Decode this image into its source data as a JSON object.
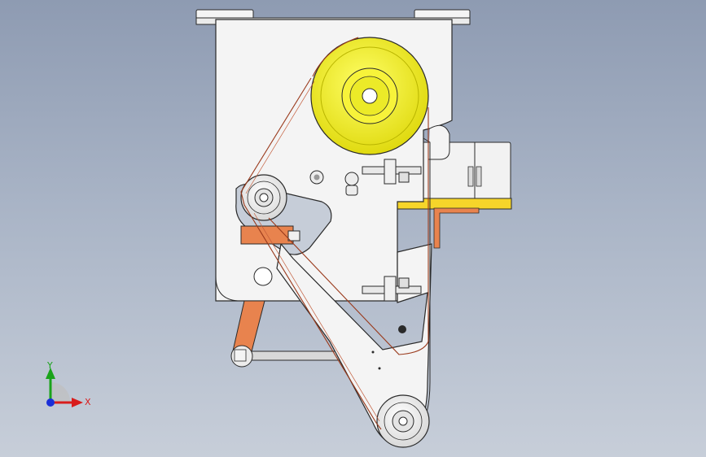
{
  "viewport": {
    "view": "front",
    "colors": {
      "plate": "#f4f4f4",
      "outline": "#2a2a2a",
      "pulley": "#f2ee2a",
      "pulley_dark": "#b9b500",
      "arm": "#e8834e",
      "rod": "#d8d8d8",
      "belt": "#9a3a1c",
      "bracket": "#f6d52a"
    }
  },
  "triad": {
    "y_label": "Y",
    "x_label": "X",
    "y_color": "#1aa31a",
    "x_color": "#d81c1c",
    "z_color": "#1a2fd8"
  }
}
